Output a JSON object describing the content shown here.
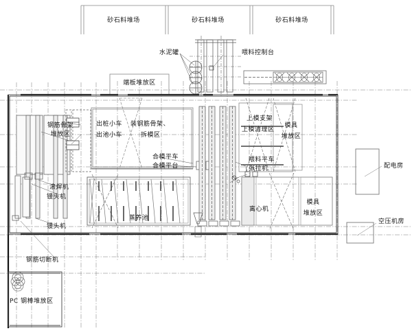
{
  "drawing": {
    "type": "factory-layout-plan",
    "description": "PHC pipe pile factory general layout plan (CAD line drawing)",
    "background_color": "#ffffff",
    "line_color": "#444444",
    "heavy_line_color": "#111111",
    "text_color": "#1a1a1a"
  },
  "stockyards": [
    {
      "label": "砂石料堆场"
    },
    {
      "label": "砂石料堆场"
    },
    {
      "label": "砂石料堆场"
    }
  ],
  "labels": {
    "cement_silo": "水泥罐",
    "feed_control_console": "喂料控制台",
    "end_plate_storage": "端板堆放区",
    "rebar_cage_storage_l1": "钢筋骨架",
    "rebar_cage_storage_l2": "堆放区",
    "pile_out_cart": "出桩小车",
    "pool_out_cart": "出池小车",
    "cage_install_demold_l1": "装钢筋骨架、",
    "cage_install_demold_l2": "拆模区",
    "mold_closing_cart": "合模平车",
    "mold_closing_platform": "合模平台",
    "upper_mold_bracket": "上模支架",
    "upper_mold_cleaning_area": "上模清理区",
    "mold_storage_l1": "模具",
    "mold_storage_l2": "堆放区",
    "feeding_flat_car": "喂料平车",
    "tensioning_machine": "张拉机",
    "seam_welder": "滚焊机",
    "heading_machine_1": "镘头机",
    "heading_machine_2": "镘头机",
    "rebar_cutter": "钢筋切断机",
    "pc_steel_bar_storage": "PC 钢棒堆放区",
    "steam_curing_pool": "蒸养池",
    "centrifuge": "离心机",
    "mold_storage_bottom_l1": "模具",
    "mold_storage_bottom_l2": "堆放区",
    "power_distribution_room": "配电房",
    "air_compressor_room": "空压机房"
  }
}
